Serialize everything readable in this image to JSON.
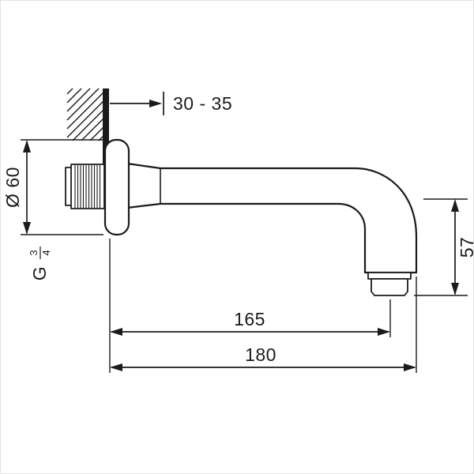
{
  "figure": {
    "kind": "technical-dimension-drawing",
    "ink_color": "#1b1b1b",
    "paper_color": "#ffffff"
  },
  "labels": {
    "wall_depth": "30 - 35",
    "flange_diameter": "Ø 60",
    "thread": {
      "prefix": "G",
      "numerator": "3",
      "denominator": "4"
    },
    "drop_height": "57",
    "reach_to_outlet": "165",
    "total_reach": "180"
  }
}
